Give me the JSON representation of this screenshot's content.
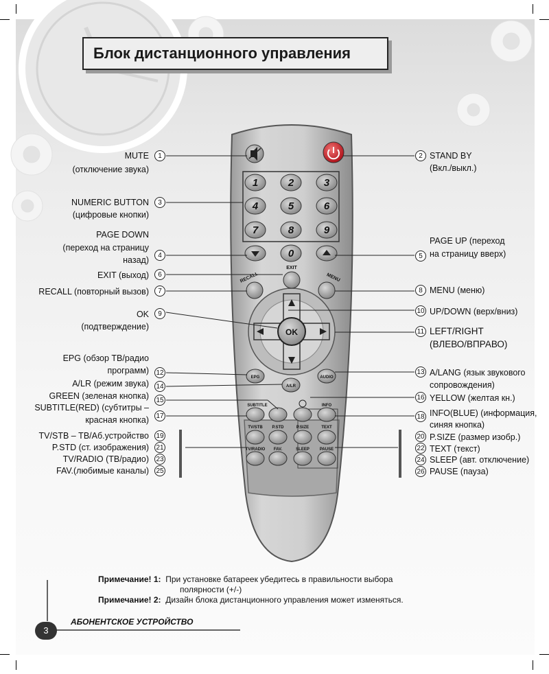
{
  "header": {
    "title": "Блок дистанционного управления"
  },
  "left_labels": [
    {
      "text": "MUTE",
      "num": "1"
    },
    {
      "text": "(отключение звука)",
      "num": ""
    },
    {
      "text": "NUMERIC BUTTON",
      "num": "3"
    },
    {
      "text": "(цифровые кнопки)",
      "num": ""
    },
    {
      "text": "PAGE DOWN",
      "num": ""
    },
    {
      "text": "(переход на страницу",
      "num": ""
    },
    {
      "text": "назад)",
      "num": "4"
    },
    {
      "text": "EXIT (выход)",
      "num": "6"
    },
    {
      "text": "RECALL (повторный вызов)",
      "num": "7"
    },
    {
      "text": "OK",
      "num": "9"
    },
    {
      "text": "(подтверждение)",
      "num": ""
    },
    {
      "text": "EPG (обзор ТВ/радио",
      "num": ""
    },
    {
      "text": "программ)",
      "num": "12"
    },
    {
      "text": "A/LR (режим звука)",
      "num": "14"
    },
    {
      "text": "GREEN (зеленая кнопка)",
      "num": "15"
    },
    {
      "text": "SUBTITLE(RED) (субтитры –",
      "num": ""
    },
    {
      "text": "красная кнопка)",
      "num": "17"
    },
    {
      "text": "TV/STB – ТВ/Аб.устройство",
      "num": "19"
    },
    {
      "text": "P.STD (ст. изображения)",
      "num": "21"
    },
    {
      "text": "TV/RADIO (ТВ/радио)",
      "num": "23"
    },
    {
      "text": "FAV.(любимые каналы)",
      "num": "25"
    }
  ],
  "right_labels": [
    {
      "text": "STAND BY",
      "num": "2"
    },
    {
      "text": "(Вкл./выкл.)",
      "num": ""
    },
    {
      "text": "PAGE UP (переход",
      "num": ""
    },
    {
      "text": "на страницу вверх)",
      "num": "5"
    },
    {
      "text": "MENU (меню)",
      "num": "8"
    },
    {
      "text": "UP/DOWN (верх/вниз)",
      "num": "10"
    },
    {
      "text": "LEFT/RIGHT",
      "num": "11"
    },
    {
      "text": "(ВЛЕВО/ВПРАВО)",
      "num": ""
    },
    {
      "text": "A/LANG (язык звукового",
      "num": "13"
    },
    {
      "text": "сопровождения)",
      "num": ""
    },
    {
      "text": "YELLOW (желтая кн.)",
      "num": "16"
    },
    {
      "text": "INFO(BLUE) (информация,",
      "num": "18"
    },
    {
      "text": "синяя кнопка)",
      "num": ""
    },
    {
      "text": "P.SIZE (размер изобр.)",
      "num": "20"
    },
    {
      "text": "TEXT (текст)",
      "num": "22"
    },
    {
      "text": "SLEEP (авт. отключение)",
      "num": "24"
    },
    {
      "text": "PAUSE (пауза)",
      "num": "26"
    }
  ],
  "remote": {
    "digits": [
      "1",
      "2",
      "3",
      "4",
      "5",
      "6",
      "7",
      "8",
      "9",
      "0"
    ],
    "labels": {
      "exit": "EXIT",
      "recall": "RECALL",
      "menu": "MENU",
      "ok": "OK",
      "epg": "EPG",
      "alr": "A/LR",
      "audio": "AUDIO",
      "subtitle": "SUBTITLE",
      "info": "INFO",
      "tvstb": "TV/STB",
      "pstd": "P.STD",
      "psize": "P.SIZE",
      "text": "TEXT",
      "tvradio": "TV/RADIO",
      "fav": "FAV.",
      "sleep": "SLEEP",
      "pause": "PAUSE"
    }
  },
  "notes": [
    {
      "label": "Примечание! 1:",
      "text": "При установке батареек убедитесь в правильности выбора"
    },
    {
      "label": "",
      "text": "полярности (+/-)"
    },
    {
      "label": "Примечание! 2:",
      "text": "Дизайн блока дистанционного управления может изменяться."
    }
  ],
  "footer": {
    "title": "АБОНЕНТСКОЕ УСТРОЙСТВО",
    "page": "3"
  },
  "colors": {
    "accent": "#c8202a",
    "button": "#9a9a9a",
    "remote": "#c9c9c9"
  }
}
